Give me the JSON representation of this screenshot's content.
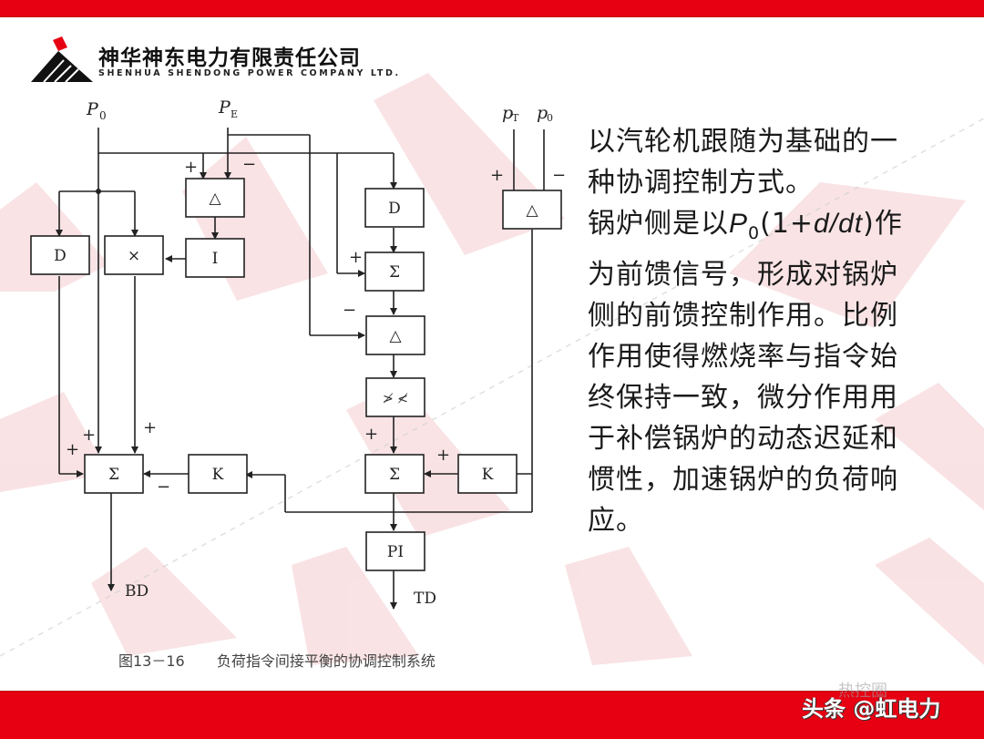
{
  "header": {
    "company_cn": "神华神东电力有限责任公司",
    "company_en": "SHENHUA SHENDONG POWER COMPANY LTD.",
    "brand_red": "#e60012"
  },
  "diagram": {
    "inputs": {
      "P0": {
        "main": "P",
        "sub": "0"
      },
      "PE": {
        "main": "P",
        "sub": "E"
      },
      "pT": {
        "main": "p",
        "sub": "T"
      },
      "p0": {
        "main": "p",
        "sub": "0"
      }
    },
    "blocks": {
      "delta_top": "△",
      "integrator": "I",
      "multiplier": "×",
      "d_left": "D",
      "d_right": "D",
      "sum_right_top": "Σ",
      "delta_mid": "△",
      "nonlinear": "≯ ≮",
      "sum_left": "Σ",
      "k_left": "K",
      "sum_right_bottom": "Σ",
      "k_right": "K",
      "delta_pressure": "△",
      "pi": "PI"
    },
    "signs": {
      "plus": "+",
      "minus": "−"
    },
    "outputs": {
      "boiler": "BD",
      "turbine": "TD"
    }
  },
  "caption": {
    "figure_number": "图13－16",
    "title": "负荷指令间接平衡的协调控制系统"
  },
  "description": {
    "line1": "以汽轮机跟随为基础的一",
    "line2": "种协调控制方式。",
    "line3_prefix": "锅炉侧是以",
    "line3_formula_P": "P",
    "line3_formula_sub": "0",
    "line3_formula_open": "(1+",
    "line3_formula_ddt": "d/dt",
    "line3_formula_close": ")",
    "line3_suffix": "作",
    "line4": "为前馈信号，形成对锅炉",
    "line5": "侧的前馈控制作用。比例",
    "line6": "作用使得燃烧率与指令始",
    "line7": "终保持一致，微分作用用",
    "line8": "于补偿锅炉的动态迟延和",
    "line9": "惯性，加速锅炉的负荷响",
    "line10": "应。"
  },
  "footer": {
    "credit": "头条 @虹电力",
    "faint_watermark": "热控圈"
  }
}
